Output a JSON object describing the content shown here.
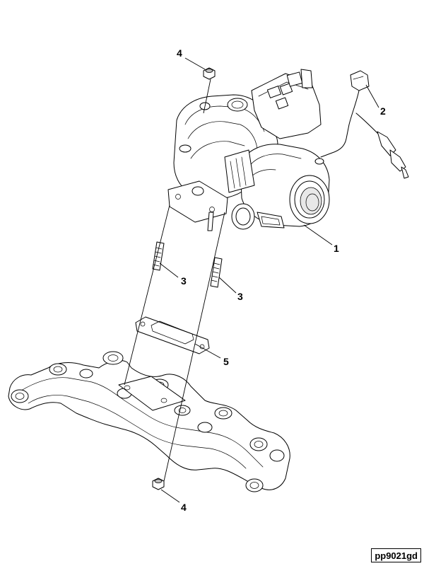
{
  "callouts": [
    {
      "id": "c1",
      "label": "1"
    },
    {
      "id": "c2",
      "label": "2"
    },
    {
      "id": "c3a",
      "label": "3"
    },
    {
      "id": "c3b",
      "label": "3"
    },
    {
      "id": "c4a",
      "label": "4"
    },
    {
      "id": "c4b",
      "label": "4"
    },
    {
      "id": "c5",
      "label": "5"
    }
  ],
  "figure_code": "pp9021gd"
}
